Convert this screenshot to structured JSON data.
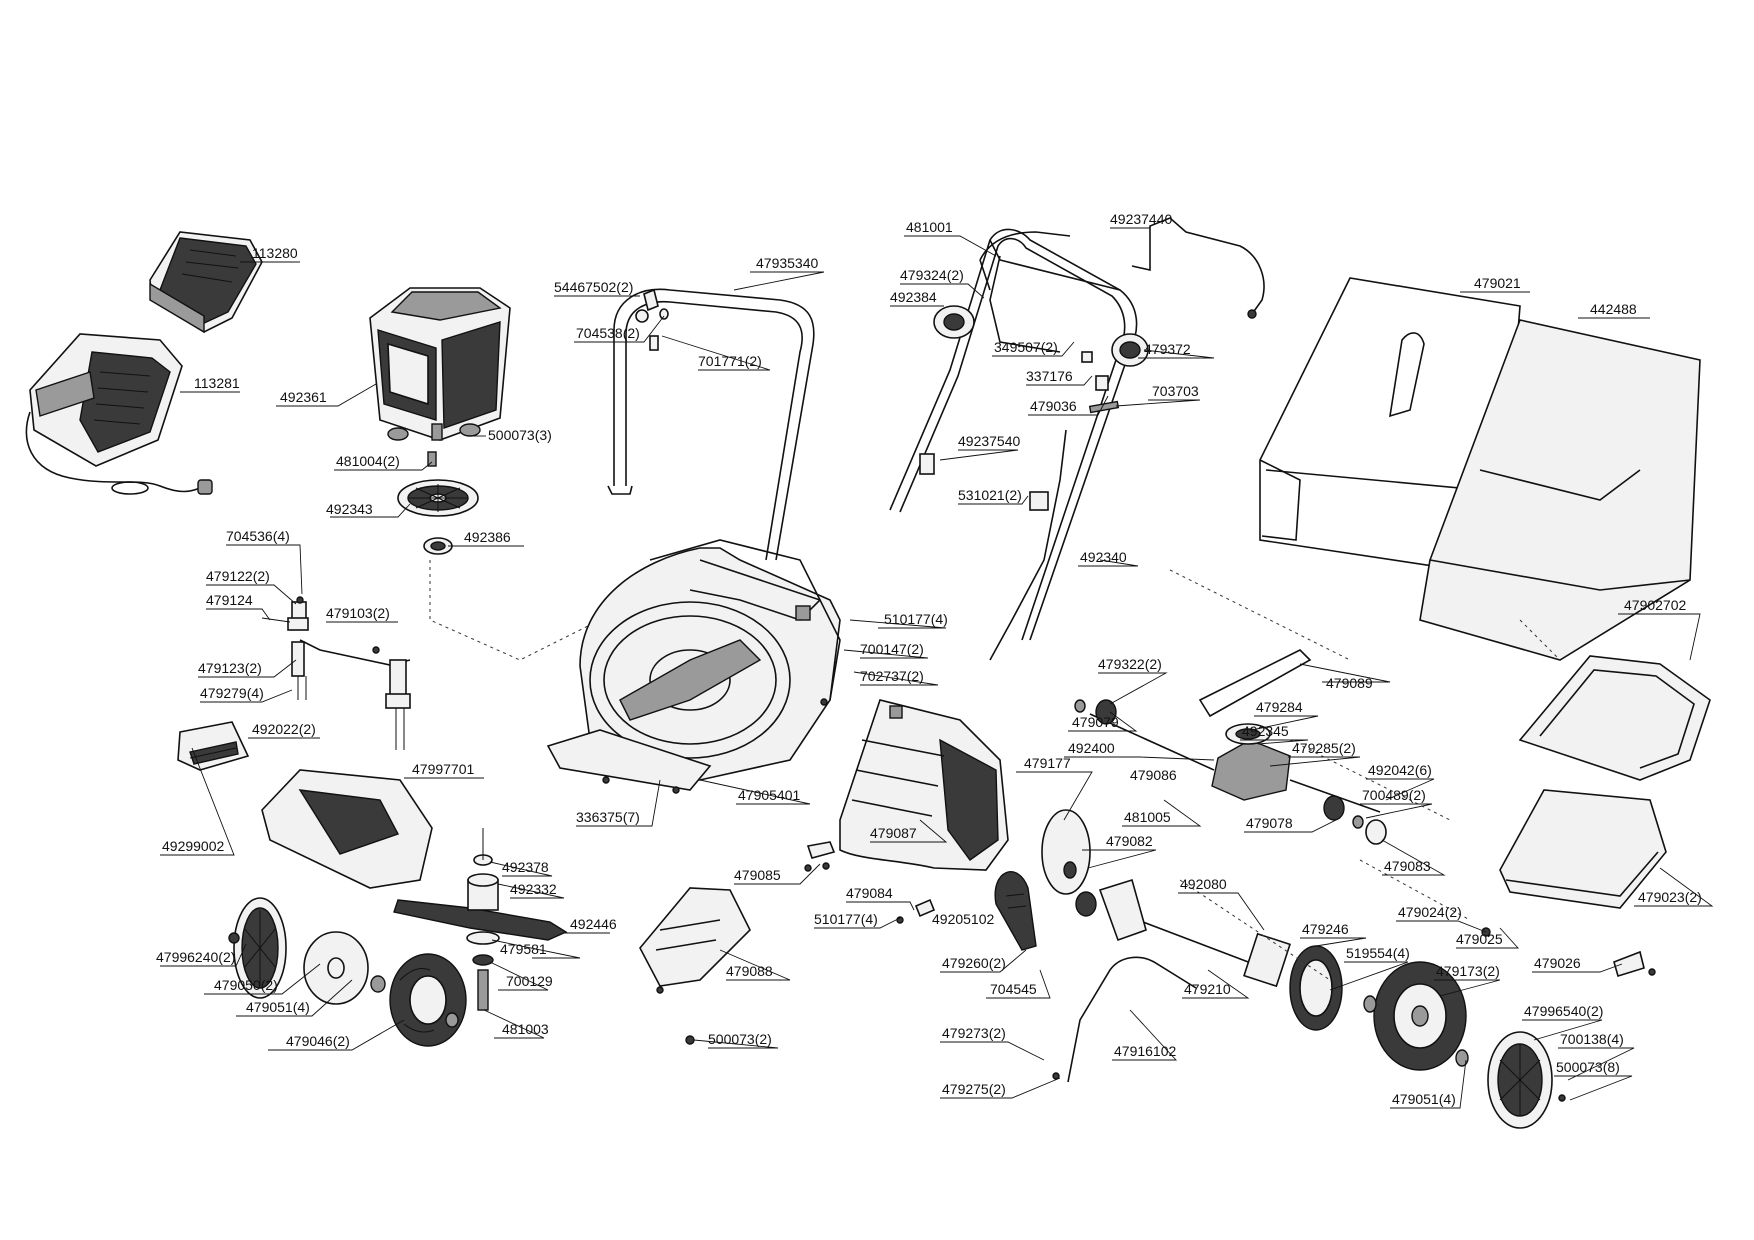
{
  "labels": {
    "p113280": "113280",
    "p113281": "113281",
    "p492361": "492361",
    "p500073_3": "500073(3)",
    "p481004_2": "481004(2)",
    "p492343": "492343",
    "p492386": "492386",
    "p704536_4": "704536(4)",
    "p479122_2": "479122(2)",
    "p479124": "479124",
    "p479103_2": "479103(2)",
    "p479123_2": "479123(2)",
    "p479279_4": "479279(4)",
    "p492022_2": "492022(2)",
    "p47997701": "47997701",
    "p49299002": "49299002",
    "p492378": "492378",
    "p492332": "492332",
    "p492446": "492446",
    "p479581": "479581",
    "p700129": "700129",
    "p481003": "481003",
    "p47996240_2": "47996240(2)",
    "p479050_2": "479050(2)",
    "p479051_4a": "479051(4)",
    "p479046_2": "479046(2)",
    "p54467502_2": "54467502(2)",
    "p704538_2": "704538(2)",
    "p701771_2": "701771(2)",
    "p47935340": "47935340",
    "p510177_4a": "510177(4)",
    "p700147_2": "700147(2)",
    "p702737_2": "702737(2)",
    "p336375_7": "336375(7)",
    "p47905401": "47905401",
    "p479085": "479085",
    "p479087": "479087",
    "p479084": "479084",
    "p510177_4b": "510177(4)",
    "p479088": "479088",
    "p500073_2": "500073(2)",
    "p481001": "481001",
    "p479324_2": "479324(2)",
    "p492384": "492384",
    "p49237440": "49237440",
    "p349507_2": "349507(2)",
    "p479372": "479372",
    "p337176": "337176",
    "p479036": "479036",
    "p703703": "703703",
    "p49237540": "49237540",
    "p531021_2": "531021(2)",
    "p492340": "492340",
    "p479021": "479021",
    "p442488": "442488",
    "p47902702": "47902702",
    "p479322_2": "479322(2)",
    "p479089": "479089",
    "p479284": "479284",
    "p479079": "479079",
    "p492345": "492345",
    "p492400": "492400",
    "p479285_2": "479285(2)",
    "p479177": "479177",
    "p479086": "479086",
    "p492042_6": "492042(6)",
    "p700489_2": "700489(2)",
    "p481005": "481005",
    "p479078": "479078",
    "p479082": "479082",
    "p479083": "479083",
    "p49205102": "49205102",
    "p492080": "492080",
    "p479023_2": "479023(2)",
    "p479024_2": "479024(2)",
    "p479025": "479025",
    "p479026": "479026",
    "p479246": "479246",
    "p479260_2": "479260(2)",
    "p704545": "704545",
    "p479210": "479210",
    "p519554_4": "519554(4)",
    "p479173_2": "479173(2)",
    "p479273_2": "479273(2)",
    "p47916102": "47916102",
    "p479275_2": "479275(2)",
    "p47996540_2": "47996540(2)",
    "p700138_4": "700138(4)",
    "p500073_8": "500073(8)",
    "p479051_4b": "479051(4)"
  }
}
